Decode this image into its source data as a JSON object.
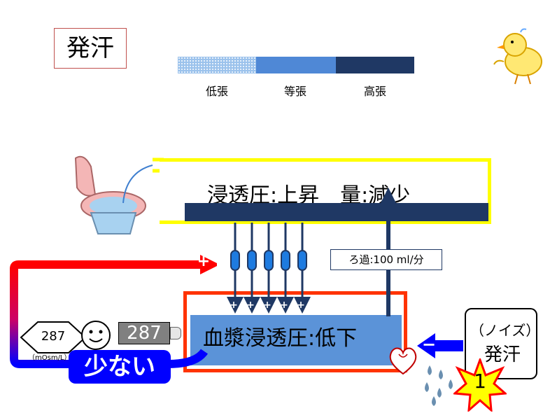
{
  "title": "発汗",
  "legend": [
    {
      "label": "低張",
      "color": "#9bc2ec"
    },
    {
      "label": "等張",
      "color": "#4f88d6"
    },
    {
      "label": "高張",
      "color": "#1f3864"
    }
  ],
  "tubule": {
    "text": "浸透圧:上昇　量:減少"
  },
  "filtration": {
    "label": "ろ過:100 ml/分"
  },
  "plasma": {
    "text": "血漿浸透圧:低下"
  },
  "noise": {
    "line1": "（ノイズ）",
    "line2": "発汗"
  },
  "sensor": {
    "value": "287",
    "unit": "（mOsm/L）",
    "meter_value": "287"
  },
  "result": {
    "label": "少ない"
  },
  "badge": {
    "value": "1"
  },
  "signs": {
    "plus": "+",
    "minus": "−"
  },
  "colors": {
    "tubule_border": "#ffff00",
    "plasma_border": "#ff3300",
    "arrow_navy": "#1f3864",
    "feedback_blue": "#0000ff",
    "feedback_red": "#ff0000"
  }
}
